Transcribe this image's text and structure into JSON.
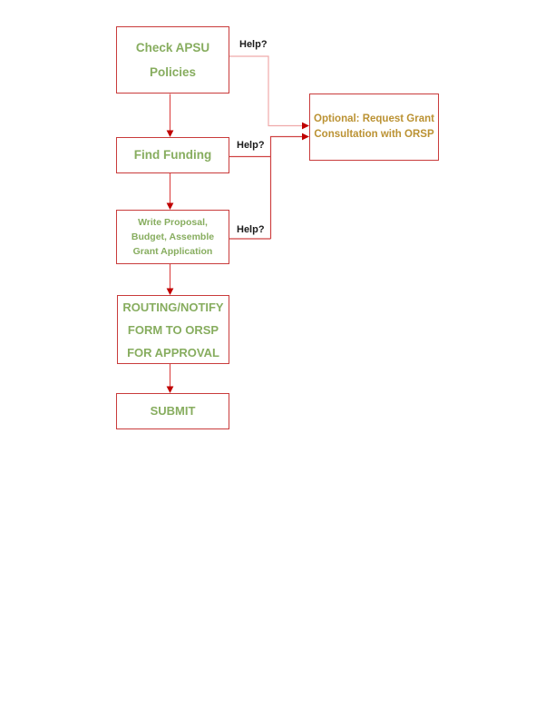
{
  "colors": {
    "box_border": "#c93b3b",
    "node_text_green": "#87ad5f",
    "optional_text_gold": "#bb9233",
    "help_text": "#1b1b1b",
    "flow_line": "#dd4b4b",
    "help_line_light": "#efaaaa",
    "help_line_dark": "#cf4343",
    "arrowhead": "#c00000",
    "page_bg": "#ffffff"
  },
  "flowchart": {
    "nodes": [
      {
        "id": "check-apsu-policies",
        "label": "Check APSU\nPolicies"
      },
      {
        "id": "find-funding",
        "label": "Find Funding"
      },
      {
        "id": "write-proposal",
        "label": "Write Proposal,\nBudget, Assemble\nGrant Application"
      },
      {
        "id": "routing-notify",
        "label": "ROUTING/NOTIFY\nFORM TO ORSP\nFOR APPROVAL"
      },
      {
        "id": "submit",
        "label": "SUBMIT"
      },
      {
        "id": "optional-consultation",
        "label": "Optional: Request Grant\nConsultation with ORSP"
      }
    ],
    "help_labels": [
      {
        "text": "Help?"
      },
      {
        "text": "Help?"
      },
      {
        "text": "Help?"
      }
    ],
    "edges": [
      {
        "from": "check-apsu-policies",
        "to": "find-funding",
        "type": "flow"
      },
      {
        "from": "find-funding",
        "to": "write-proposal",
        "type": "flow"
      },
      {
        "from": "write-proposal",
        "to": "routing-notify",
        "type": "flow"
      },
      {
        "from": "routing-notify",
        "to": "submit",
        "type": "flow"
      },
      {
        "from": "check-apsu-policies",
        "to": "optional-consultation",
        "type": "help",
        "label": "Help?"
      },
      {
        "from": "find-funding",
        "to": "optional-consultation",
        "type": "help",
        "label": "Help?"
      },
      {
        "from": "write-proposal",
        "to": "optional-consultation",
        "type": "help",
        "label": "Help?"
      }
    ]
  }
}
